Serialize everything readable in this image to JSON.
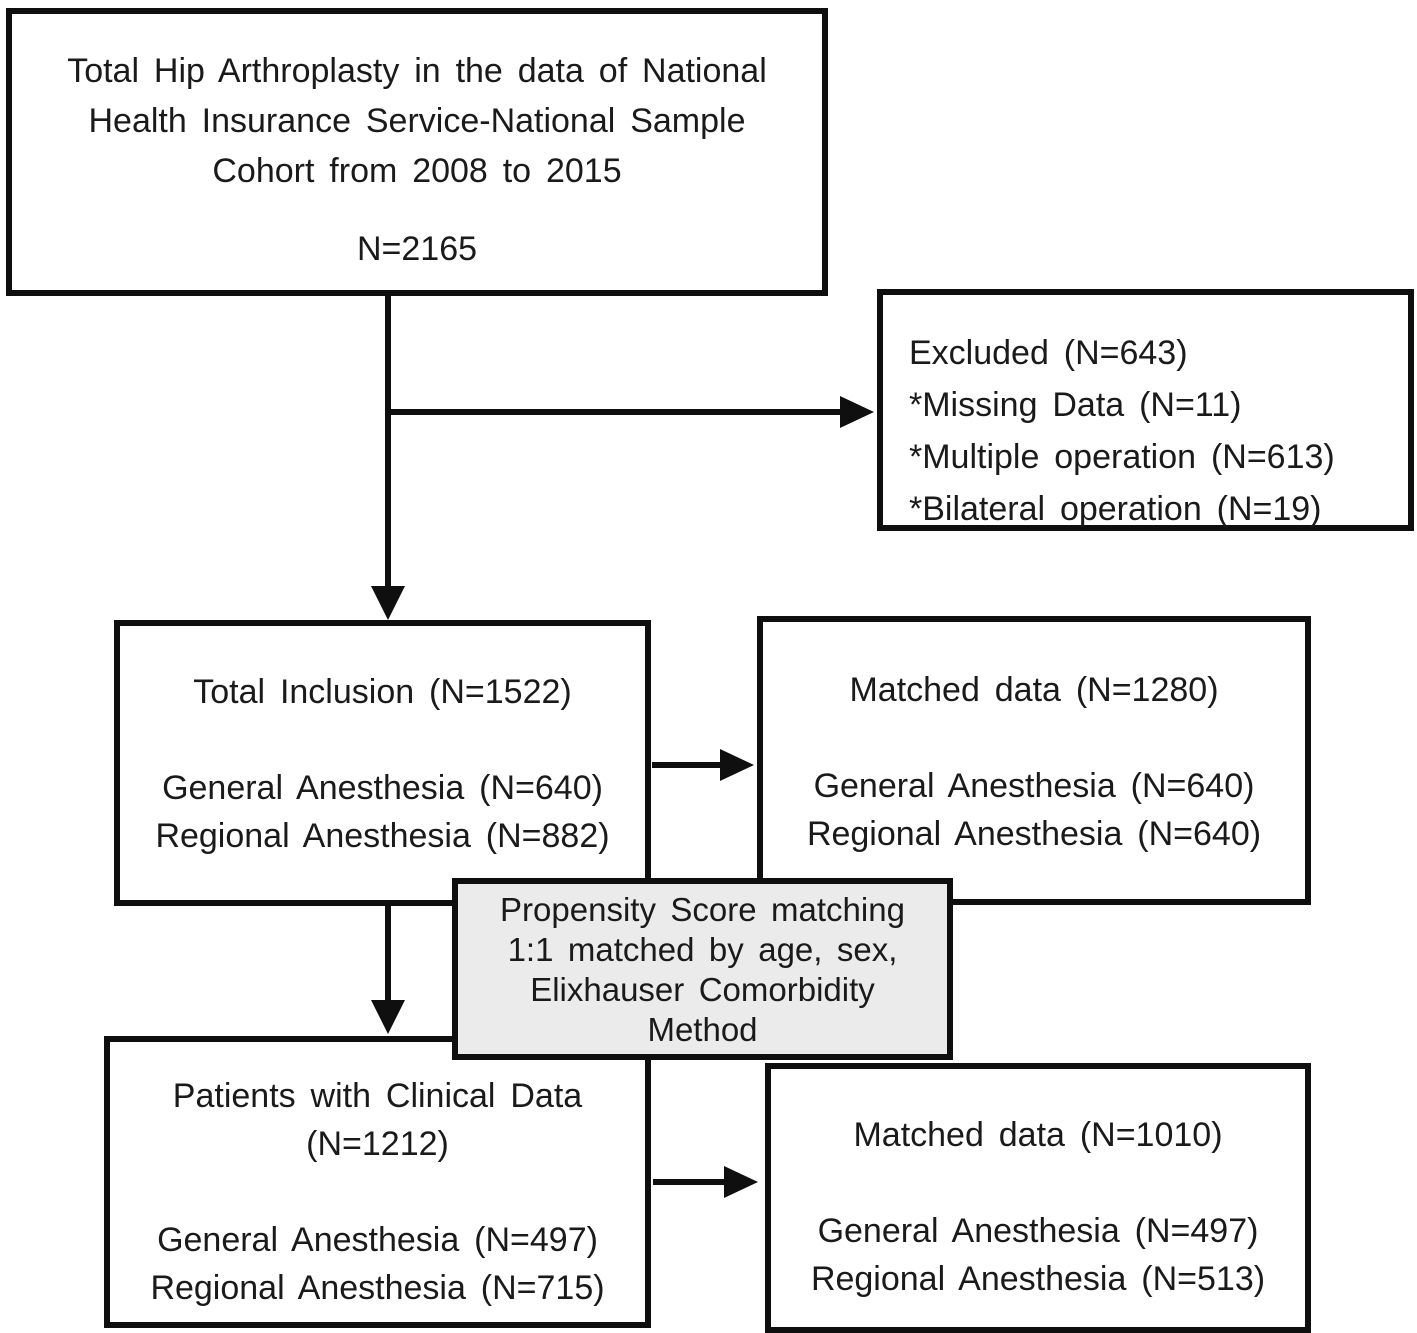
{
  "figure": {
    "title": "Study flow diagram",
    "boxes": {
      "total_hip": {
        "lines": [
          "Total Hip Arthroplasty in the data of National",
          "Health Insurance Service-National Sample",
          "Cohort from 2008 to 2015",
          "",
          "N=2165"
        ]
      },
      "excluded": {
        "lines": [
          "Excluded (N=643)",
          "*Missing Data (N=11)",
          "*Multiple operation (N=613)",
          "*Bilateral operation (N=19)"
        ]
      },
      "total_inclusion": {
        "lines": [
          "Total Inclusion (N=1522)",
          "",
          "General Anesthesia (N=640)",
          "Regional Anesthesia (N=882)"
        ]
      },
      "matched_1280": {
        "lines": [
          "Matched data (N=1280)",
          "",
          "General Anesthesia (N=640)",
          "Regional Anesthesia (N=640)"
        ]
      },
      "propensity": {
        "lines": [
          "Propensity Score matching",
          "1:1 matched by age, sex,",
          "Elixhauser Comorbidity",
          "Method"
        ]
      },
      "clinical_data": {
        "lines": [
          "Patients with Clinical Data",
          "(N=1212)",
          "",
          "General Anesthesia (N=497)",
          "Regional Anesthesia (N=715)"
        ]
      },
      "matched_1010": {
        "lines": [
          "Matched data (N=1010)",
          "",
          "General Anesthesia (N=497)",
          "Regional Anesthesia (N=513)"
        ]
      }
    },
    "colors": {
      "box_border": "#0f0f0f",
      "text": "#1a1a1a",
      "propensity_fill": "#ebebeb",
      "background": "#ffffff"
    }
  }
}
